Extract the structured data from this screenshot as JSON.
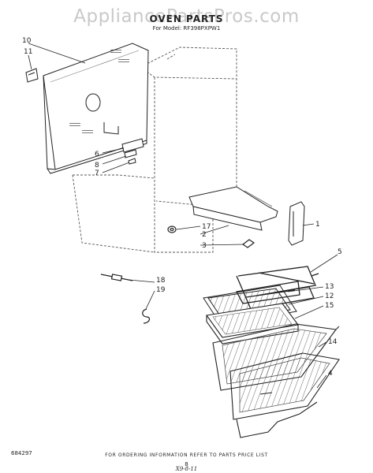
{
  "header": {
    "watermark": "AppliancePartsPros.com",
    "title": "OVEN PARTS",
    "model": "For Model: RF398PXPW1"
  },
  "callouts": [
    "10",
    "11",
    "6",
    "8",
    "7",
    "17",
    "2",
    "3",
    "1",
    "5",
    "18",
    "19",
    "13",
    "12",
    "15",
    "14",
    "4"
  ],
  "footer": {
    "part_number": "684297",
    "note": "FOR ORDERING INFORMATION REFER TO PARTS PRICE LIST",
    "page": "8",
    "handwritten": "X9-8-11"
  },
  "colors": {
    "line": "#222222",
    "watermark": "#c9c9c9",
    "background": "#ffffff"
  }
}
